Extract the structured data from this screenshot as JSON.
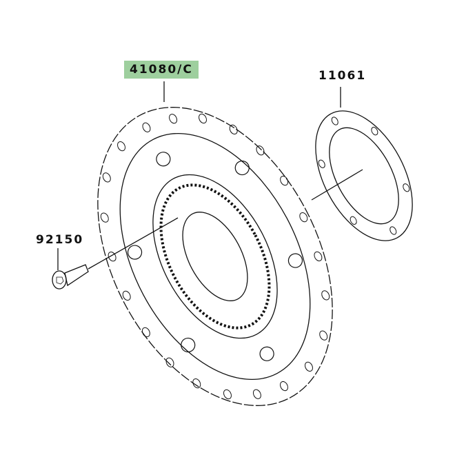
{
  "diagram": {
    "type": "exploded parts diagram",
    "subject": "front brake disc assembly",
    "colors": {
      "highlight": "#9ecf9e",
      "line": "#111111",
      "background": "#ffffff"
    },
    "parts": [
      {
        "number": "41080/C",
        "name": "brake-disc",
        "highlighted": true
      },
      {
        "number": "11061",
        "name": "gasket",
        "highlighted": false
      },
      {
        "number": "92150",
        "name": "bolt",
        "highlighted": false
      }
    ]
  }
}
